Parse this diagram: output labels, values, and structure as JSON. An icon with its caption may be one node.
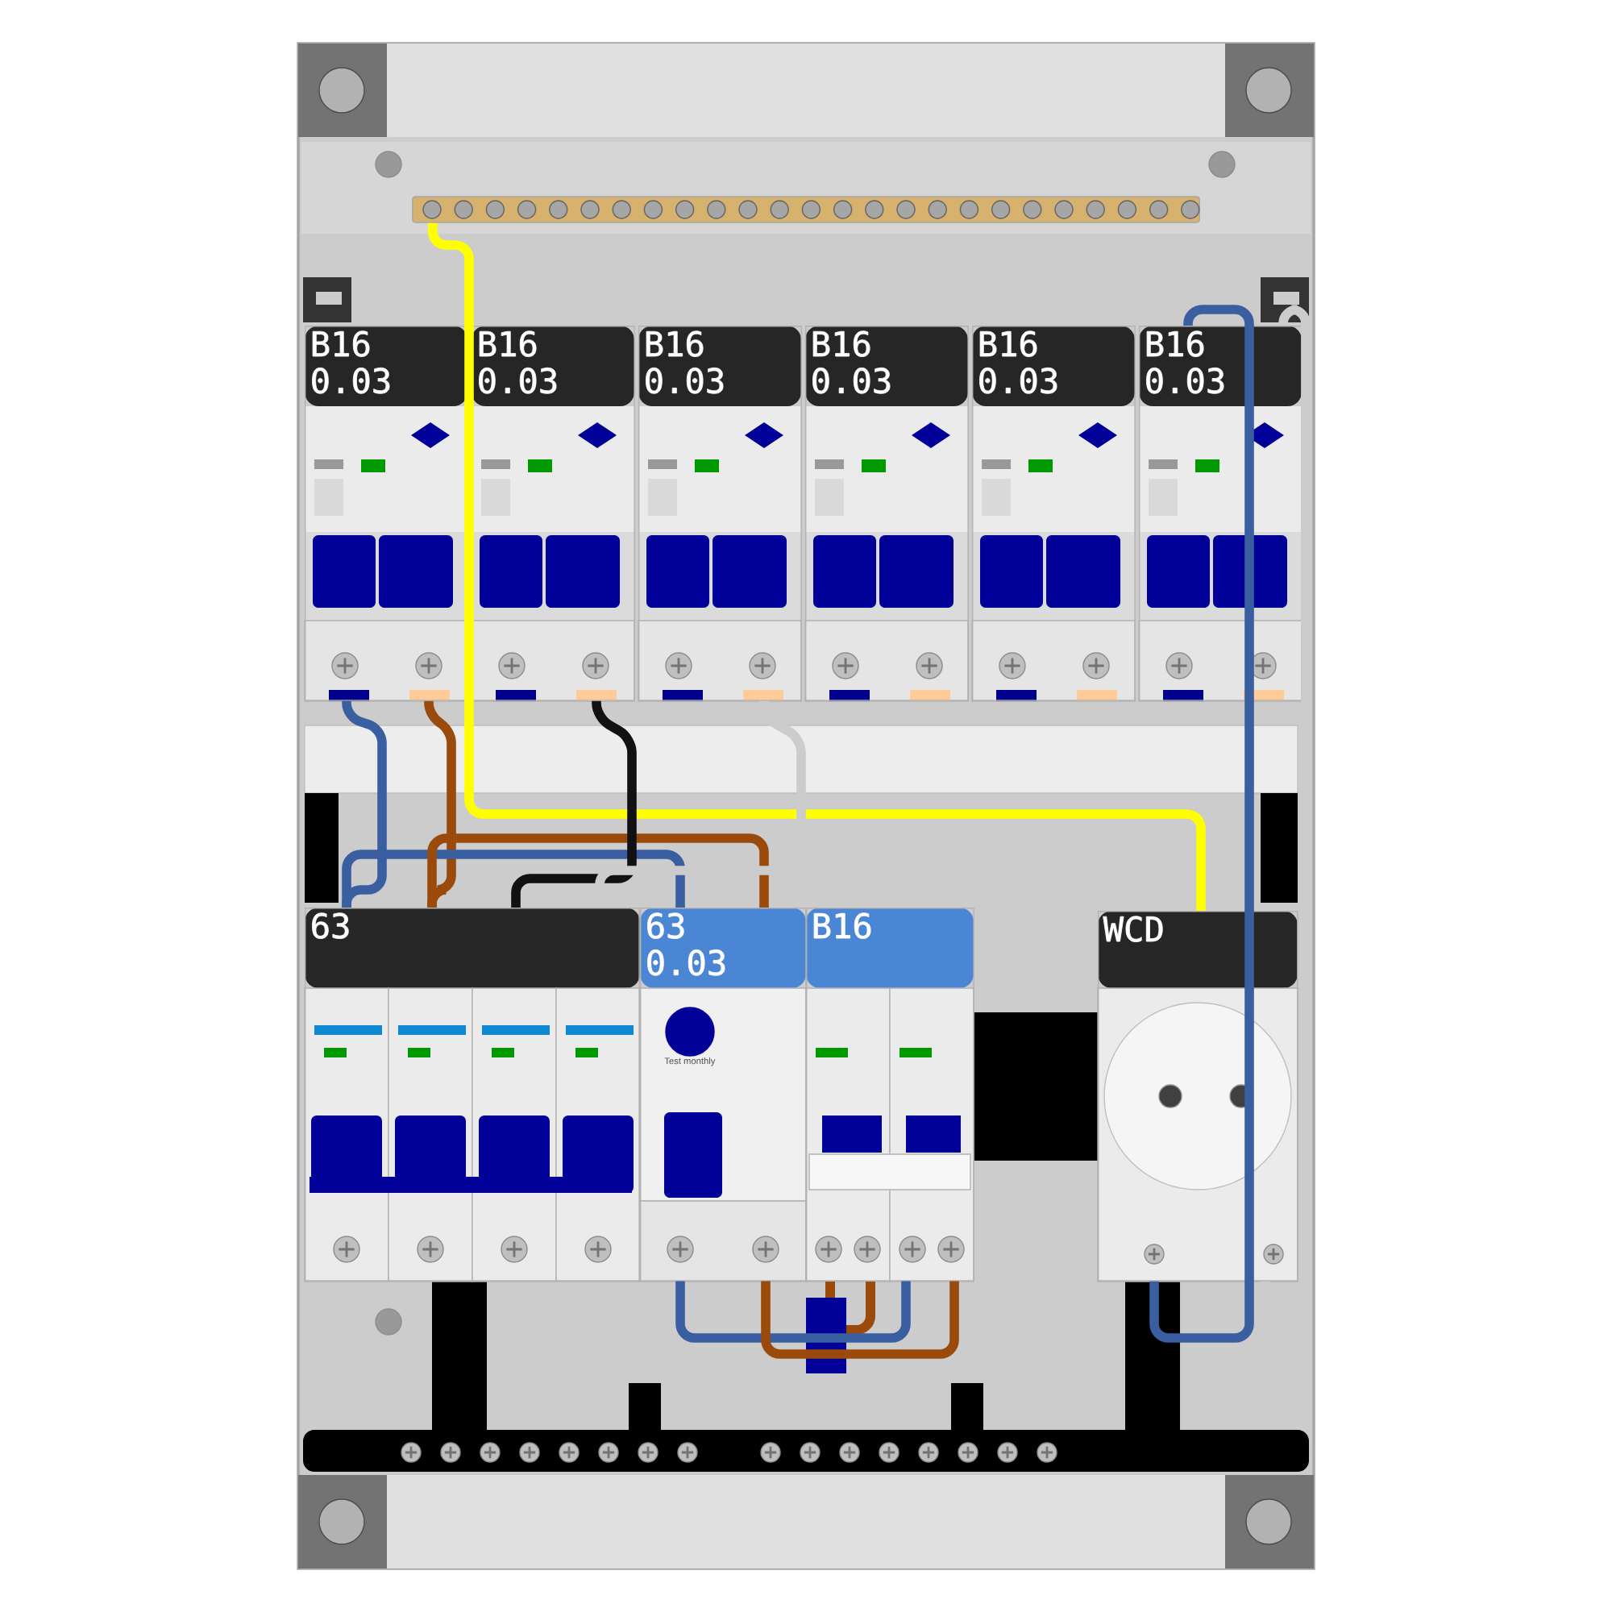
{
  "diagram": {
    "nodes": [
      {
        "text": [],
        "shape": "bar"
      },
      {
        "text": [
          "B16 0.03"
        ]
      },
      {
        "text": [
          "B16 0.03"
        ]
      },
      {
        "text": [
          "B16 0.03"
        ]
      },
      {
        "text": [
          "B16 0.03"
        ]
      },
      {
        "text": [
          "B16 0.03"
        ]
      },
      {
        "text": [
          "B16 0.03"
        ]
      },
      {
        "text": [
          "63"
        ]
      },
      {
        "text": [
          "63 0.03",
          "Test monthly"
        ]
      },
      {
        "text": [
          "B16"
        ]
      },
      {
        "text": [
          "WCD"
        ]
      }
    ],
    "edges": [
      {
        "from": 0,
        "to": 10,
        "arrow": "none",
        "color": "#ffff00"
      },
      {
        "from": 6,
        "to": 10,
        "arrow": "none",
        "color": "#3a5fa0"
      },
      {
        "from": 6,
        "to": 10,
        "arrow": "none",
        "color": "#cccccc"
      },
      {
        "from": 1,
        "to": 7,
        "arrow": "none",
        "color": "#3a5fa0"
      },
      {
        "from": 1,
        "to": 7,
        "arrow": "none",
        "color": "#9a4a0a"
      },
      {
        "from": 7,
        "to": 8,
        "arrow": "none",
        "color": "#3a5fa0"
      },
      {
        "from": 7,
        "to": 8,
        "arrow": "none",
        "color": "#9a4a0a"
      },
      {
        "from": 2,
        "to": 7,
        "arrow": "none",
        "color": "#111111"
      },
      {
        "from": 3,
        "to": 7,
        "arrow": "none",
        "color": "#cccccc"
      },
      {
        "from": 8,
        "to": 9,
        "arrow": "none",
        "color": "#3a5fa0"
      },
      {
        "from": 8,
        "to": 9,
        "arrow": "none",
        "color": "#9a4a0a"
      }
    ]
  }
}
